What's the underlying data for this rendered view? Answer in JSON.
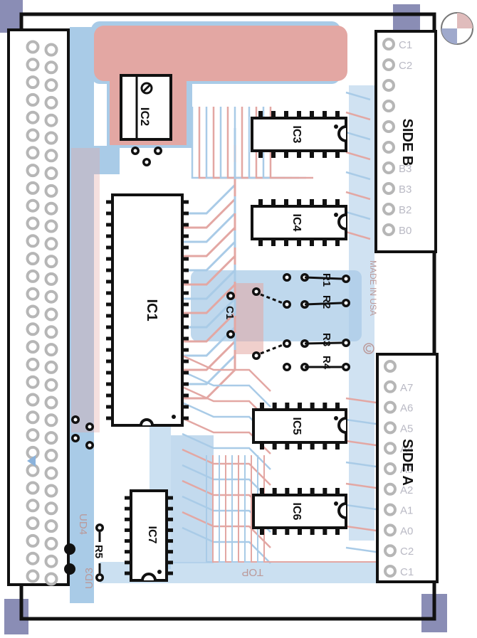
{
  "labels": {
    "ic1": "IC1",
    "ic2": "IC2",
    "ic3": "IC3",
    "ic4": "IC4",
    "ic5": "IC5",
    "ic6": "IC6",
    "ic7": "IC7",
    "side_a": "SIDE A",
    "side_b": "SIDE B",
    "c1": "C1",
    "r1": "R1",
    "r2": "R2",
    "r3": "R3",
    "r4": "R4",
    "r5": "R5",
    "ud3": "UD3",
    "ud4": "UD4",
    "made_in_usa": "MADE IN USA",
    "top": "TOP"
  },
  "side_b_pins": [
    "C1",
    "C2",
    "",
    "",
    "",
    "",
    "B3",
    "B3",
    "B2",
    "B0"
  ],
  "side_a_pins": [
    "",
    "A7",
    "A6",
    "A5",
    "A4",
    "A3",
    "A2",
    "A1",
    "A0",
    "C2",
    "C1"
  ],
  "colors": {
    "silkscreen": "#111111",
    "copper_top": "#e3a7a3",
    "copper_bottom": "#a9cbe7",
    "pad_ring": "#b6b6b6",
    "corner_marks": "#8a8db5"
  }
}
